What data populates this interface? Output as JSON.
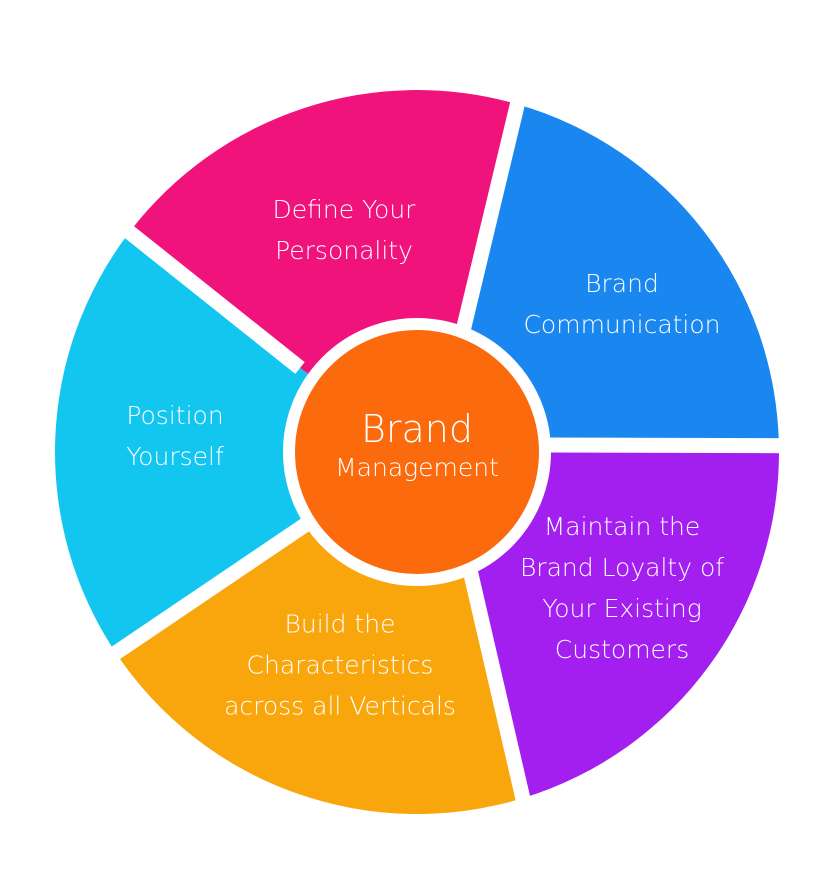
{
  "center": {
    "title": "Brand",
    "subtitle": "Management",
    "color": "#fb6a0c"
  },
  "segments": [
    {
      "id": "define",
      "lines": [
        "Define Your",
        "Personality"
      ],
      "color": "#f1137c"
    },
    {
      "id": "communication",
      "lines": [
        "Brand",
        "Communication"
      ],
      "color": "#1a87f0"
    },
    {
      "id": "loyalty",
      "lines": [
        "Maintain the",
        "Brand Loyalty of",
        "Your Existing",
        "Customers"
      ],
      "color": "#a21ff0"
    },
    {
      "id": "build",
      "lines": [
        "Build the",
        "Characteristics",
        "across all Verticals"
      ],
      "color": "#f9a50c"
    },
    {
      "id": "position",
      "lines": [
        "Position",
        "Yourself"
      ],
      "color": "#13c6f0"
    }
  ]
}
